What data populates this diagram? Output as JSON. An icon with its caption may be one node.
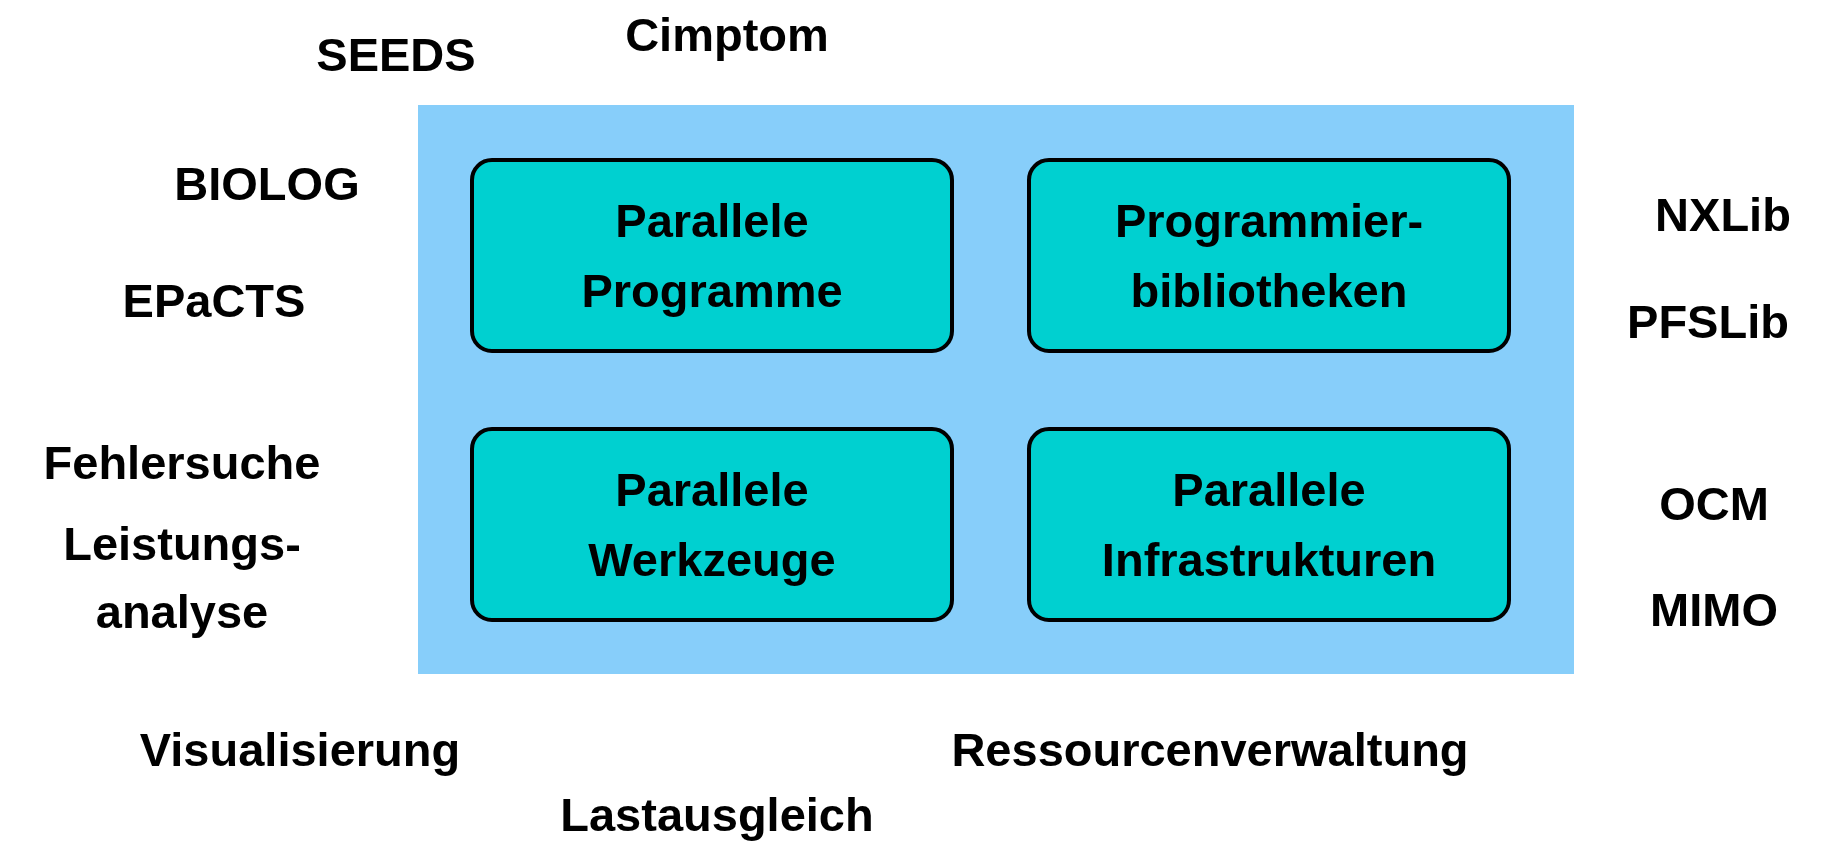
{
  "diagram": {
    "nodes": [
      {
        "text": [],
        "shape": "box"
      },
      {
        "text": [
          "Parallele Programme"
        ],
        "in": 0
      },
      {
        "text": [
          "Programmier- bibliotheken"
        ],
        "in": 0
      },
      {
        "text": [
          "Parallele Werkzeuge"
        ],
        "in": 0
      },
      {
        "text": [
          "Parallele Infrastrukturen"
        ],
        "in": 0
      }
    ],
    "labels": [
      "Cimptom",
      "SEEDS",
      "BIOLOG",
      "NXLib",
      "EPaCTS",
      "PFSLib",
      "Fehlersuche",
      "OCM",
      "Leistungs- analyse",
      "MIMO",
      "Visualisierung",
      "Ressourcenverwaltung",
      "Lastausgleich"
    ]
  }
}
